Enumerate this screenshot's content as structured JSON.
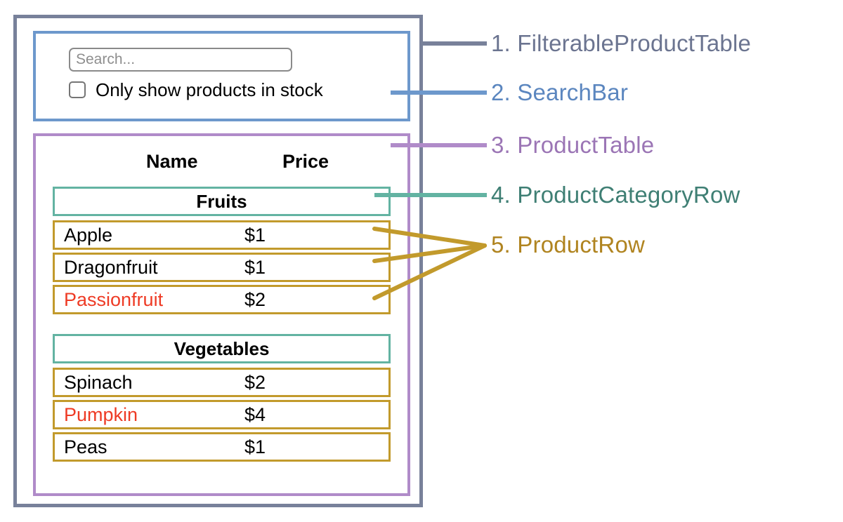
{
  "diagram": {
    "title": "React component hierarchy diagram",
    "colors": {
      "filterable_product_table": "#78819a",
      "search_bar": "#6d98cc",
      "product_table": "#b08bc9",
      "product_category_row": "#63b3a2",
      "product_row": "#c29a2c",
      "out_of_stock_text": "#ee3b25",
      "text": "#000000"
    }
  },
  "search_bar": {
    "input_value": "",
    "input_placeholder": "Search...",
    "checkbox_checked": false,
    "checkbox_label": "Only show products in stock"
  },
  "product_table": {
    "headers": {
      "name": "Name",
      "price": "Price"
    },
    "groups": [
      {
        "category": "Fruits",
        "rows": [
          {
            "name": "Apple",
            "price": "$1",
            "in_stock": true
          },
          {
            "name": "Dragonfruit",
            "price": "$1",
            "in_stock": true
          },
          {
            "name": "Passionfruit",
            "price": "$2",
            "in_stock": false
          }
        ]
      },
      {
        "category": "Vegetables",
        "rows": [
          {
            "name": "Spinach",
            "price": "$2",
            "in_stock": true
          },
          {
            "name": "Pumpkin",
            "price": "$4",
            "in_stock": false
          },
          {
            "name": "Peas",
            "price": "$1",
            "in_stock": true
          }
        ]
      }
    ]
  },
  "annotations": [
    {
      "number": "1.",
      "name": "FilterableProductTable",
      "text": "1. FilterableProductTable",
      "color": "#6b7490"
    },
    {
      "number": "2.",
      "name": "SearchBar",
      "text": "2. SearchBar",
      "color": "#5b86bf"
    },
    {
      "number": "3.",
      "name": "ProductTable",
      "text": "3. ProductTable",
      "color": "#9b75b5"
    },
    {
      "number": "4.",
      "name": "ProductCategoryRow",
      "text": "4. ProductCategoryRow",
      "color": "#3f7f74"
    },
    {
      "number": "5.",
      "name": "ProductRow",
      "text": "5. ProductRow",
      "color": "#b08420"
    }
  ]
}
